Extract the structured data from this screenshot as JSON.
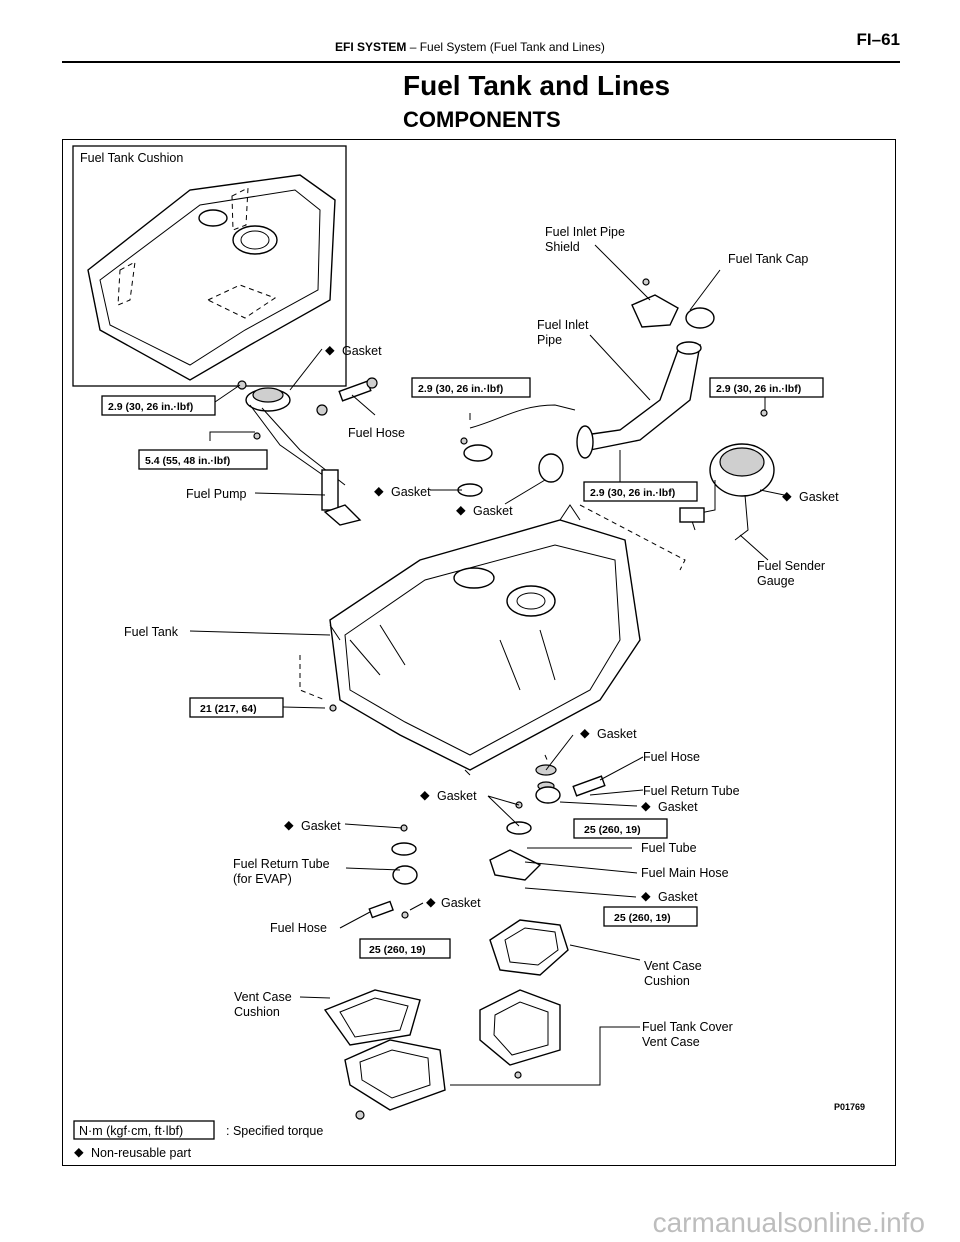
{
  "header": {
    "section_bold": "EFI SYSTEM",
    "section_rest": "–   Fuel System (Fuel Tank and Lines)",
    "page": "FI–61"
  },
  "title": "Fuel Tank and Lines",
  "subtitle": "COMPONENTS",
  "diagram": {
    "cushion_box_label": "Fuel Tank Cushion",
    "labels": {
      "gasket_pump": "Gasket",
      "fuel_hose_top": "Fuel Hose",
      "fuel_pump": "Fuel Pump",
      "gasket_mid1": "Gasket",
      "gasket_mid2": "Gasket",
      "inlet_shield_1": "Fuel Inlet Pipe",
      "inlet_shield_2": "Shield",
      "tank_cap": "Fuel Tank Cap",
      "inlet_pipe_1": "Fuel Inlet",
      "inlet_pipe_2": "Pipe",
      "gasket_sender": "Gasket",
      "sender_1": "Fuel Sender",
      "sender_2": "Gauge",
      "fuel_tank": "Fuel Tank",
      "gasket_r1": "Gasket",
      "fuel_hose_r": "Fuel Hose",
      "return_tube": "Fuel Return Tube",
      "gasket_c": "Gasket",
      "gasket_r2": "Gasket",
      "gasket_l": "Gasket",
      "fuel_tube": "Fuel Tube",
      "return_evap_1": "Fuel Return Tube",
      "return_evap_2": "(for EVAP)",
      "main_hose": "Fuel Main Hose",
      "gasket_r3": "Gasket",
      "gasket_l2": "Gasket",
      "fuel_hose_l": "Fuel Hose",
      "vent_cushion_r1": "Vent Case",
      "vent_cushion_r2": "Cushion",
      "vent_cushion_l1": "Vent Case",
      "vent_cushion_l2": "Cushion",
      "cover_1": "Fuel Tank Cover",
      "cover_2": "Vent Case"
    },
    "torques": {
      "t1": "2.9 (30, 26 in.·lbf)",
      "t2": "5.4 (55, 48 in.·lbf)",
      "t3": "2.9 (30, 26 in.·lbf)",
      "t4": "2.9 (30, 26 in.·lbf)",
      "t5": "2.9 (30, 26 in.·lbf)",
      "t6": "21 (217, 64)",
      "t7": "25 (260, 19)",
      "t8": "25 (260, 19)",
      "t9": "25 (260, 19)"
    },
    "figure_code": "P01769",
    "legend": {
      "torque_box": "N·m (kgf·cm, ft·lbf)",
      "torque_text": ":  Specified torque",
      "nonreusable_text": "Non-reusable part"
    }
  },
  "watermark": "carmanualsonline.info"
}
